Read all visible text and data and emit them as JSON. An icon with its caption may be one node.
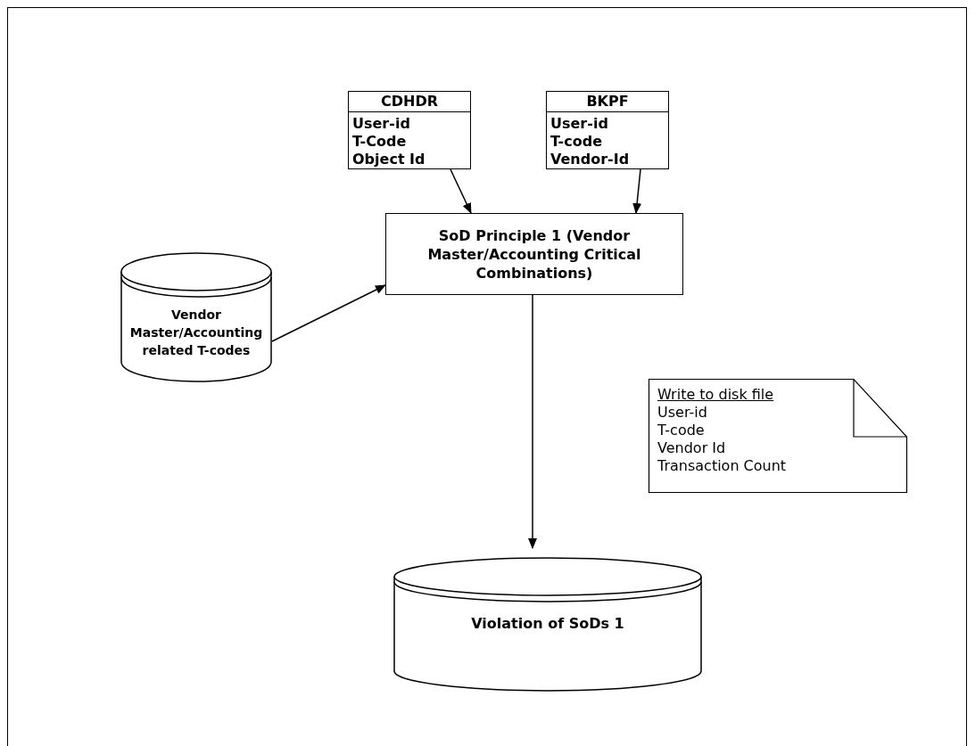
{
  "diagram": {
    "nodes": [
      {
        "text": [
          "CDHDR",
          "User-id",
          "T-Code",
          "Object Id"
        ]
      },
      {
        "text": [
          "BKPF",
          "User-id",
          "T-code",
          "Vendor-Id"
        ]
      },
      {
        "text": [
          "SoD Principle 1 (Vendor Master/Accounting Critical Combinations)"
        ]
      },
      {
        "text": [
          "Vendor Master/Accounting related T-codes"
        ]
      },
      {
        "text": [
          "Write to disk file",
          "User-id",
          "T-code",
          "Vendor Id",
          "Transaction Count"
        ]
      },
      {
        "text": [
          "Violation of SoDs 1"
        ]
      }
    ],
    "edges": [
      {
        "from": 0,
        "to": 2,
        "arrow": "to"
      },
      {
        "from": 1,
        "to": 2,
        "arrow": "to"
      },
      {
        "from": 3,
        "to": 2,
        "arrow": "to"
      },
      {
        "from": 2,
        "to": 5,
        "arrow": "to"
      }
    ]
  }
}
